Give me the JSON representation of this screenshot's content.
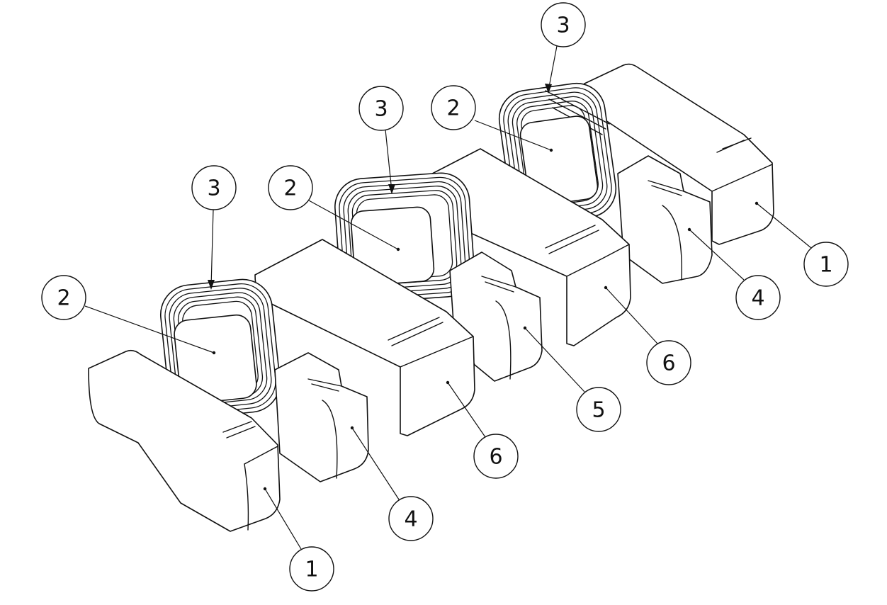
{
  "balloons": [
    {
      "label": "3"
    },
    {
      "label": "2"
    },
    {
      "label": "3"
    },
    {
      "label": "2"
    },
    {
      "label": "3"
    },
    {
      "label": "2"
    },
    {
      "label": "1"
    },
    {
      "label": "4"
    },
    {
      "label": "6"
    },
    {
      "label": "5"
    },
    {
      "label": "6"
    },
    {
      "label": "4"
    },
    {
      "label": "1"
    }
  ],
  "colors": {
    "line": "#111111",
    "background": "#ffffff"
  }
}
